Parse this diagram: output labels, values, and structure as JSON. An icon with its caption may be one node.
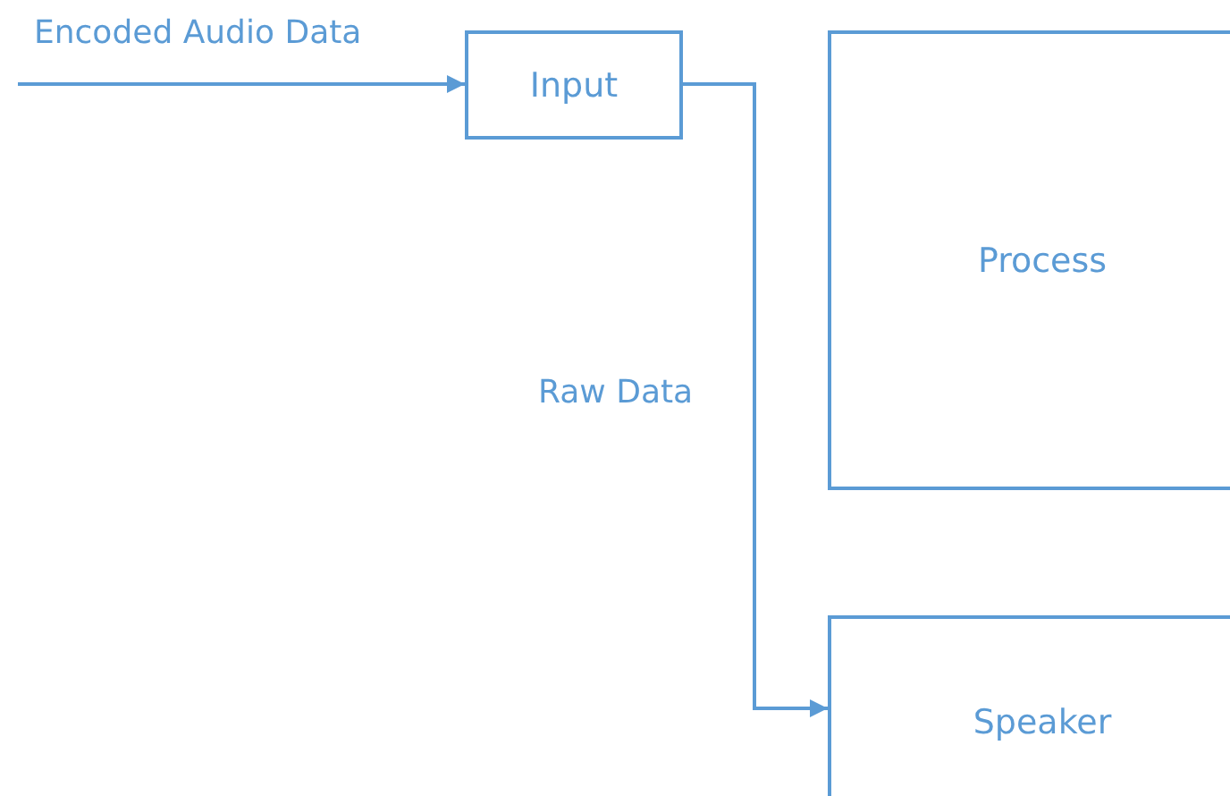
{
  "diagram": {
    "nodes": [
      {
        "text": [
          "Input"
        ]
      },
      {
        "text": [
          "Process"
        ]
      },
      {
        "text": [
          "Speaker"
        ]
      }
    ],
    "edges": [
      {
        "from": null,
        "to": 0,
        "arrow": "to",
        "label": "Encoded Audio Data"
      },
      {
        "from": 0,
        "to": 2,
        "arrow": "to",
        "label": "Raw Data"
      }
    ]
  }
}
